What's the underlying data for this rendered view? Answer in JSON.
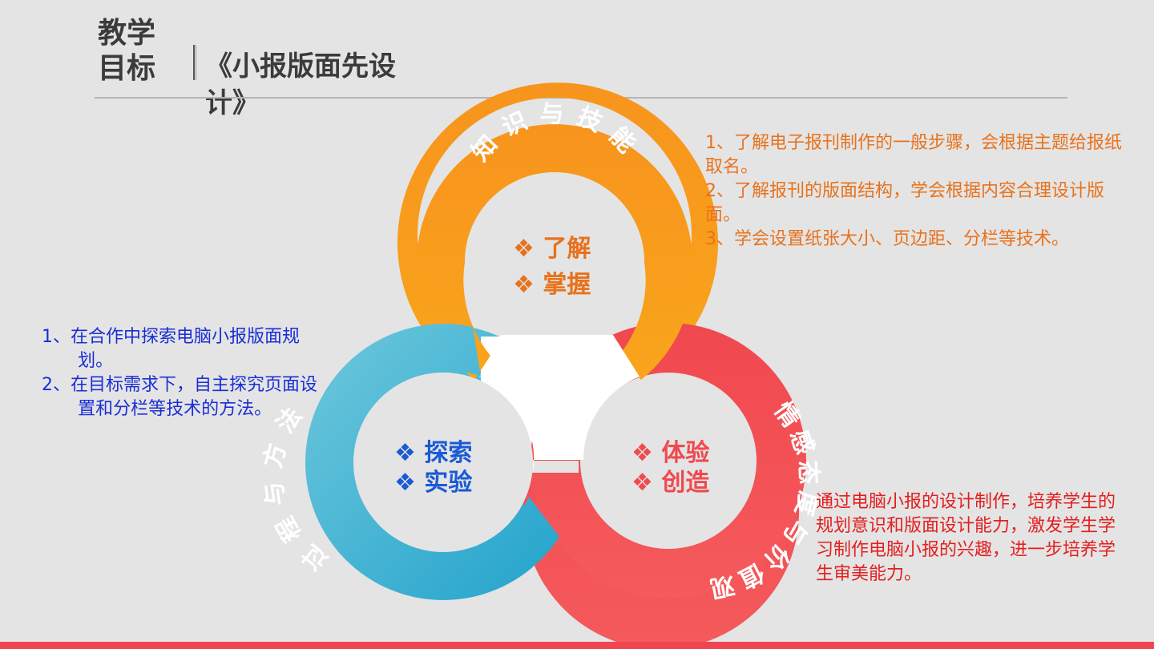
{
  "slide": {
    "heading_main": "教学目标",
    "heading_sub": "《小报版面先设计》"
  },
  "colors": {
    "knowledge": "#f7941d",
    "process": "#45b3d2",
    "emotion": "#f04a4f",
    "knowledge_text": "#e8721c",
    "process_text": "#1a2ed6",
    "emotion_text": "#e51e1e",
    "bottom_bar": "#f04451"
  },
  "diagram": {
    "knowledge": {
      "ring_label": "知识与技能",
      "inner_items": [
        "❖ 了解",
        "❖ 掌握"
      ]
    },
    "process": {
      "ring_label": "过程与方法",
      "inner_items": [
        "❖ 探索",
        "❖ 实验"
      ]
    },
    "emotion": {
      "ring_label": "情感态度与价值观",
      "inner_items": [
        "❖ 体验",
        "❖ 创造"
      ]
    }
  },
  "knowledge_goals": [
    "1、了解电子报刊制作的一般步骤，会根据主题给报纸取名。",
    "2、了解报刊的版面结构，学会根据内容合理设计版面。",
    "3、学会设置纸张大小、页边距、分栏等技术。"
  ],
  "process_goals": [
    "1、在合作中探索电脑小报版面规划。",
    "2、在目标需求下，自主探究页面设置和分栏等技术的方法。"
  ],
  "emotion_goal": "通过电脑小报的设计制作，培养学生的规划意识和版面设计能力，激发学生学习制作电脑小报的兴趣，进一步培养学生审美能力。"
}
